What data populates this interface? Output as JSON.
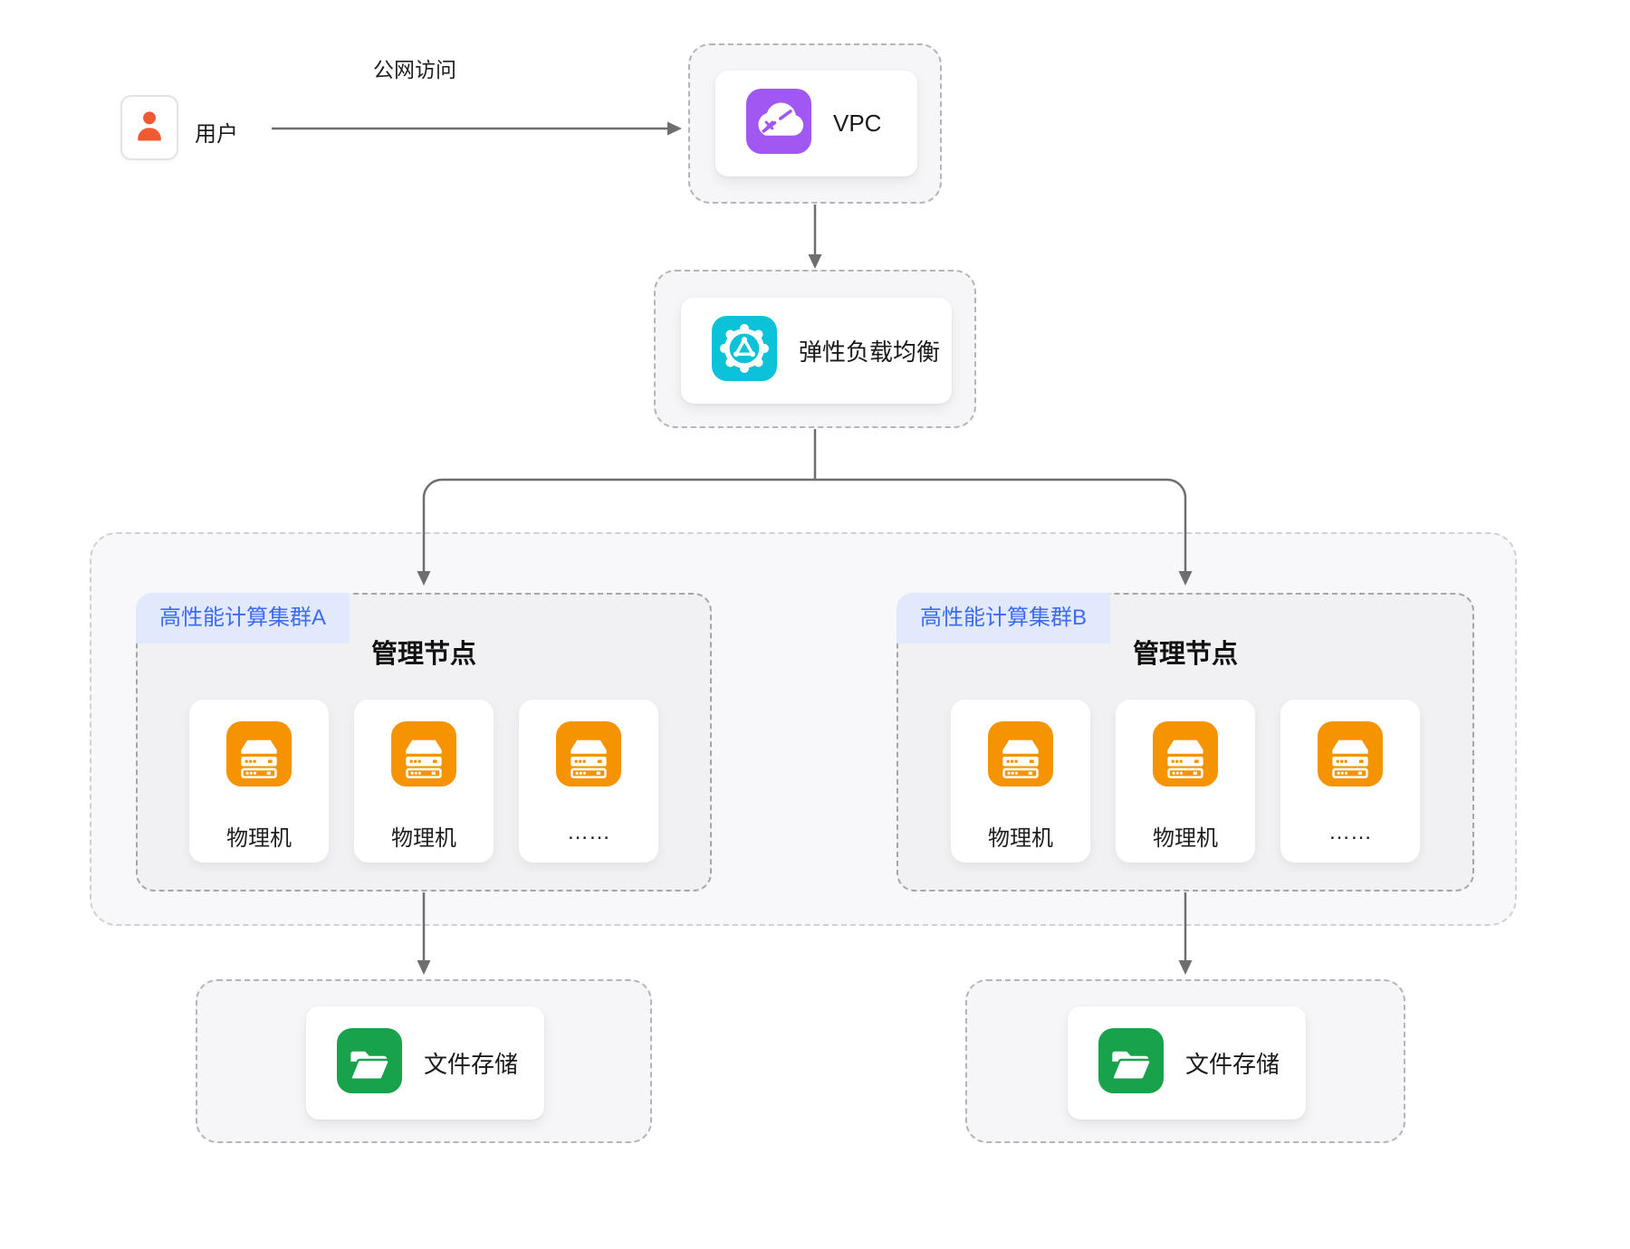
{
  "user": {
    "label": "用户"
  },
  "edge_label": "公网访问",
  "vpc": {
    "label": "VPC"
  },
  "elb": {
    "label": "弹性负载均衡"
  },
  "clusters": [
    {
      "tag": "高性能计算集群A",
      "title": "管理节点",
      "nodes": [
        {
          "label": "物理机"
        },
        {
          "label": "物理机"
        },
        {
          "label": "……"
        }
      ],
      "storage": {
        "label": "文件存储"
      }
    },
    {
      "tag": "高性能计算集群B",
      "title": "管理节点",
      "nodes": [
        {
          "label": "物理机"
        },
        {
          "label": "物理机"
        },
        {
          "label": "……"
        }
      ],
      "storage": {
        "label": "文件存储"
      }
    }
  ],
  "icons": {
    "user": "user-icon",
    "vpc": "vpc-cloud-icon",
    "elb": "elb-gear-icon",
    "physical_machine": "server-icon",
    "storage": "folder-icon"
  },
  "colors": {
    "line": "#6e6e6e",
    "user_icon": "#ee5b33",
    "vpc_icon": "#a158f3",
    "elb_icon": "#0cc2d8",
    "server_icon": "#f59300",
    "folder_icon": "#18a24c",
    "tag_bg": "#e3e9fd",
    "tag_text": "#3d6bf3",
    "cluster_bg": "#f1f1f4",
    "wrapper_bg": "#f8f8fa"
  }
}
